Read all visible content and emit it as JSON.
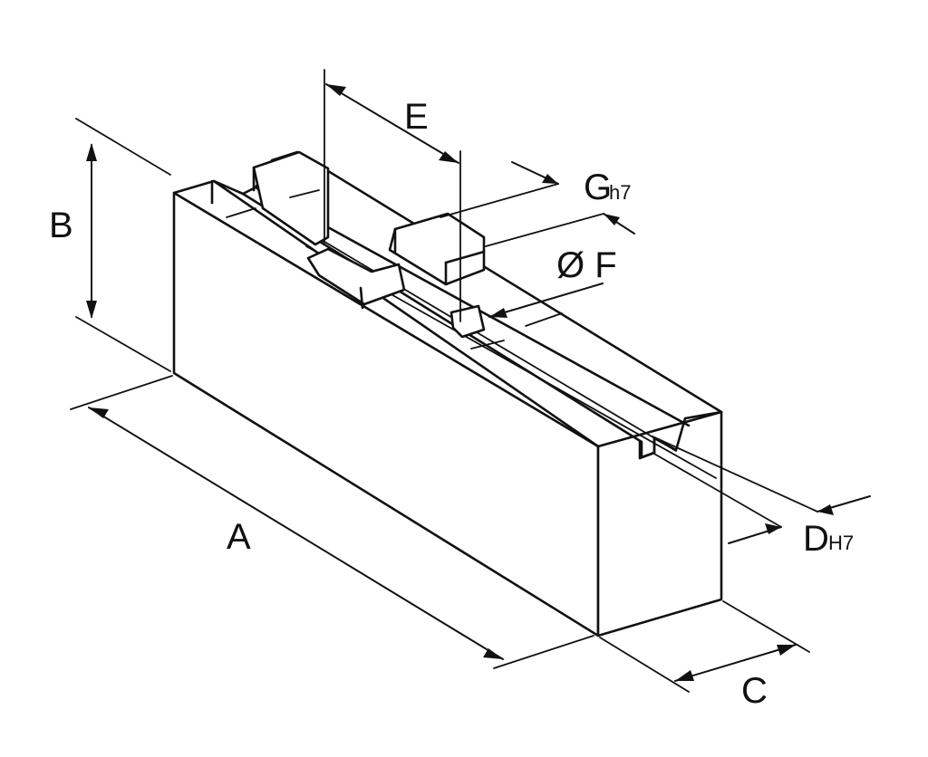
{
  "labels": {
    "A": "A",
    "B": "B",
    "C": "C",
    "D": "D",
    "D_sub": "H7",
    "E": "E",
    "F": "Ø F",
    "G": "G",
    "G_sub": "h7"
  }
}
